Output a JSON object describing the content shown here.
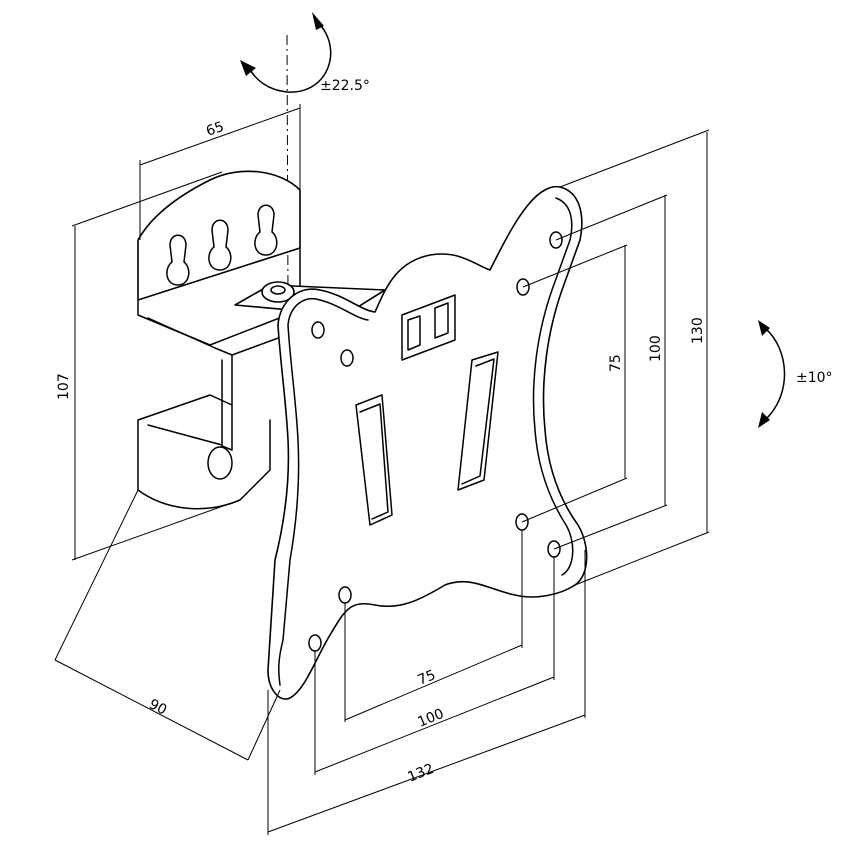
{
  "drawing": {
    "rotation_labels": {
      "swivel": "±22.5°",
      "tilt": "±10°"
    },
    "dimensions": {
      "wall_plate_width": "65",
      "wall_plate_height": "107",
      "depth": "90",
      "vesa_small_horizontal": "75",
      "vesa_large_horizontal": "100",
      "plate_width": "132",
      "vesa_small_vertical": "75",
      "vesa_large_vertical": "100",
      "plate_height": "130"
    },
    "colors": {
      "line": "#000000",
      "background": "#ffffff"
    }
  }
}
